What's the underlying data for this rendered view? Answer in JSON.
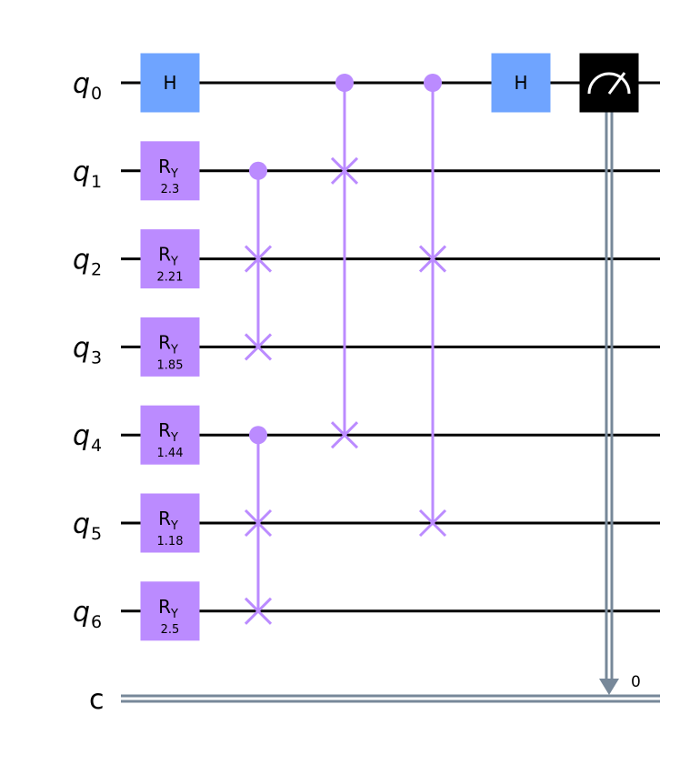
{
  "circuit": {
    "qubits": [
      {
        "base": "q",
        "index": "0"
      },
      {
        "base": "q",
        "index": "1"
      },
      {
        "base": "q",
        "index": "2"
      },
      {
        "base": "q",
        "index": "3"
      },
      {
        "base": "q",
        "index": "4"
      },
      {
        "base": "q",
        "index": "5"
      },
      {
        "base": "q",
        "index": "6"
      }
    ],
    "classical_register": {
      "label": "c",
      "bit_index": "0"
    },
    "colors": {
      "h_gate": "#6fa4ff",
      "ry_gate": "#bb8bff",
      "cswap": "#bb8bff",
      "measure_box": "#000000",
      "measure_symbol": "#ffffff",
      "classical_wire": "#778899",
      "qubit_wire": "#000000"
    },
    "gates": [
      {
        "type": "H",
        "label": "H",
        "qubit": 0,
        "column": 0
      },
      {
        "type": "RY",
        "label": "R",
        "sub": "Y",
        "param": "2.3",
        "qubit": 1,
        "column": 0
      },
      {
        "type": "RY",
        "label": "R",
        "sub": "Y",
        "param": "2.21",
        "qubit": 2,
        "column": 0
      },
      {
        "type": "RY",
        "label": "R",
        "sub": "Y",
        "param": "1.85",
        "qubit": 3,
        "column": 0
      },
      {
        "type": "RY",
        "label": "R",
        "sub": "Y",
        "param": "1.44",
        "qubit": 4,
        "column": 0
      },
      {
        "type": "RY",
        "label": "R",
        "sub": "Y",
        "param": "1.18",
        "qubit": 5,
        "column": 0
      },
      {
        "type": "RY",
        "label": "R",
        "sub": "Y",
        "param": "2.5",
        "qubit": 6,
        "column": 0
      },
      {
        "type": "CSWAP",
        "control": 1,
        "targets": [
          2,
          3
        ],
        "column": 1
      },
      {
        "type": "CSWAP",
        "control": 4,
        "targets": [
          5,
          6
        ],
        "column": 1
      },
      {
        "type": "CSWAP",
        "control": 0,
        "targets": [
          1,
          4
        ],
        "column": 2
      },
      {
        "type": "CSWAP",
        "control": 0,
        "targets": [
          2,
          5
        ],
        "column": 3
      },
      {
        "type": "H",
        "label": "H",
        "qubit": 0,
        "column": 4
      },
      {
        "type": "MEASURE",
        "qubit": 0,
        "clbit": 0,
        "column": 5
      }
    ]
  }
}
